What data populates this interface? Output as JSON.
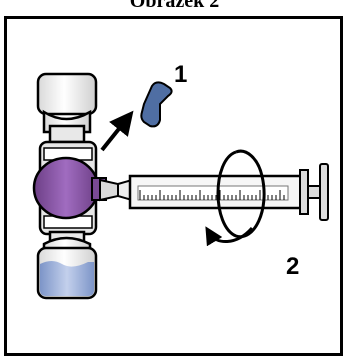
{
  "figure": {
    "title": "Obrázek 2"
  },
  "steps": [
    {
      "number": "1"
    },
    {
      "number": "2"
    }
  ],
  "colors": {
    "adapter_purple": "#8e5aa8",
    "cap_blue": "#4f6ea3",
    "liquid_blue": "#8fa6d6",
    "vial_glass": "#f1f1f1",
    "outline": "#000000"
  },
  "icons": [
    "vial-adapter-icon",
    "blue-cap-icon",
    "syringe-icon",
    "rotation-arrow-icon",
    "arrow-up-icon"
  ]
}
